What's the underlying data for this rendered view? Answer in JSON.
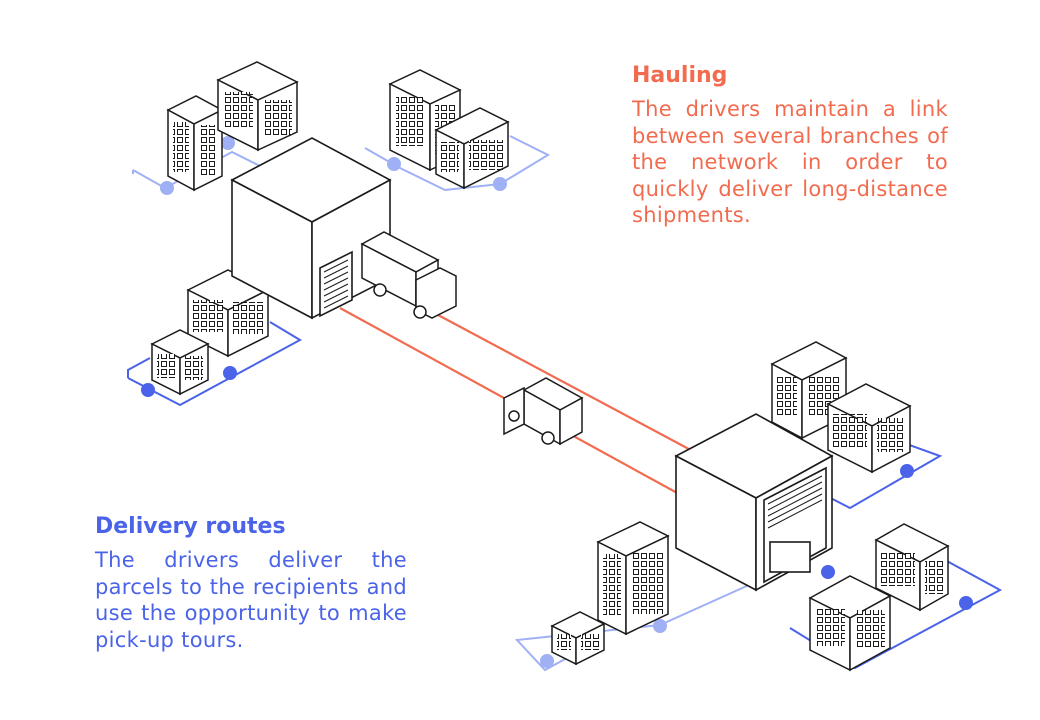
{
  "hauling": {
    "title": "Hauling",
    "text": "The drivers maintain a link between several branches of the network in order to quickly deliver long-distance shipments."
  },
  "delivery": {
    "title": "Delivery routes",
    "text": "The drivers deliver the parcels to the recipients and use the opportunity to make pick-up tours."
  },
  "colors": {
    "hauling_accent": "#f26b4f",
    "delivery_accent": "#4a63e8",
    "route_light": "#9fb0f5",
    "line": "#1b1b1b"
  }
}
